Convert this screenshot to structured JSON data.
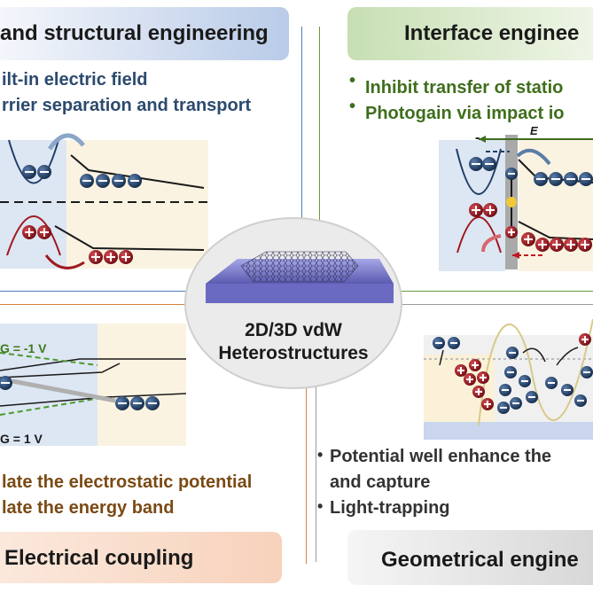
{
  "quadrants": {
    "band": {
      "title": "and structural engineering",
      "bullets": [
        "ilt-in electric field",
        "rrier separation and transport"
      ]
    },
    "interface": {
      "title": "Interface enginee",
      "bullets": [
        "Inhibit transfer of statio",
        "Photogain via impact io"
      ],
      "field_label": "E",
      "minus_label": "-"
    },
    "electrical": {
      "title": "Electrical coupling",
      "bullets": [
        "late the electrostatic potential",
        "late the energy band"
      ],
      "vg_top": "G = -1 V",
      "vg_bottom": "G = 1 V"
    },
    "geometrical": {
      "title": "Geometrical engine",
      "bullets": [
        "Potential well enhance the",
        "and capture",
        "Light-trapping"
      ]
    }
  },
  "center": {
    "line1": "2D/3D vdW",
    "line2": "Heterostructures"
  },
  "colors": {
    "blue_frame": "#4a7fb8",
    "green_frame": "#6a9a3c",
    "orange_frame": "#d9823a",
    "gray_frame": "#9a9a9a",
    "electron": "#1f3f66",
    "hole": "#a01820",
    "bullet_blue": "#2c4a6e",
    "bullet_green": "#3f6e1c",
    "bullet_brown": "#7a4a14",
    "bullet_dark": "#333333"
  }
}
